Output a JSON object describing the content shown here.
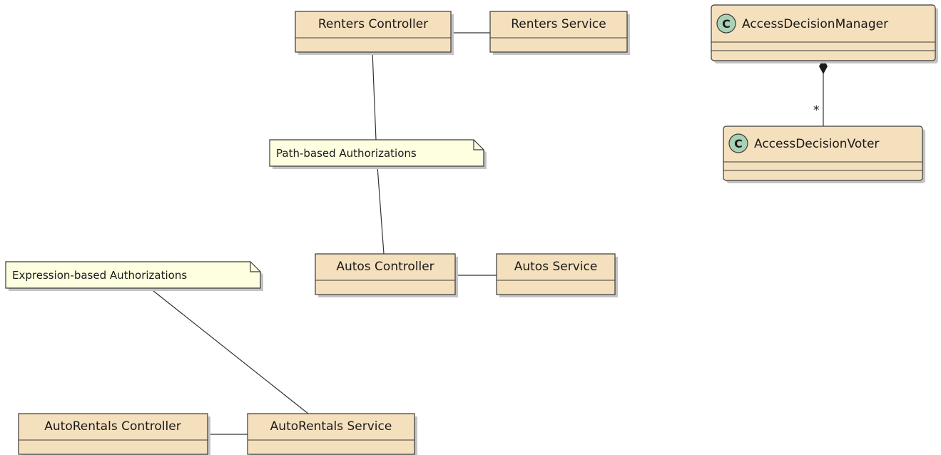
{
  "components": {
    "renters_controller": "Renters Controller",
    "renters_service": "Renters Service",
    "autos_controller": "Autos Controller",
    "autos_service": "Autos Service",
    "autorentals_controller": "AutoRentals Controller",
    "autorentals_service": "AutoRentals Service"
  },
  "notes": {
    "path_based": "Path-based Authorizations",
    "expression_based": "Expression-based Authorizations"
  },
  "classes": {
    "manager": {
      "stereotype": "C",
      "name": "AccessDecisionManager"
    },
    "voter": {
      "stereotype": "C",
      "name": "AccessDecisionVoter"
    }
  },
  "relations": {
    "manager_voter_multiplicity": "*"
  },
  "colors": {
    "box_fill": "#f5e0be",
    "box_border": "#3a3a3a",
    "note_fill": "#fefee0",
    "class_circle": "#a9d1b5",
    "line": "#333333",
    "shadow": "#c4c4c4"
  }
}
